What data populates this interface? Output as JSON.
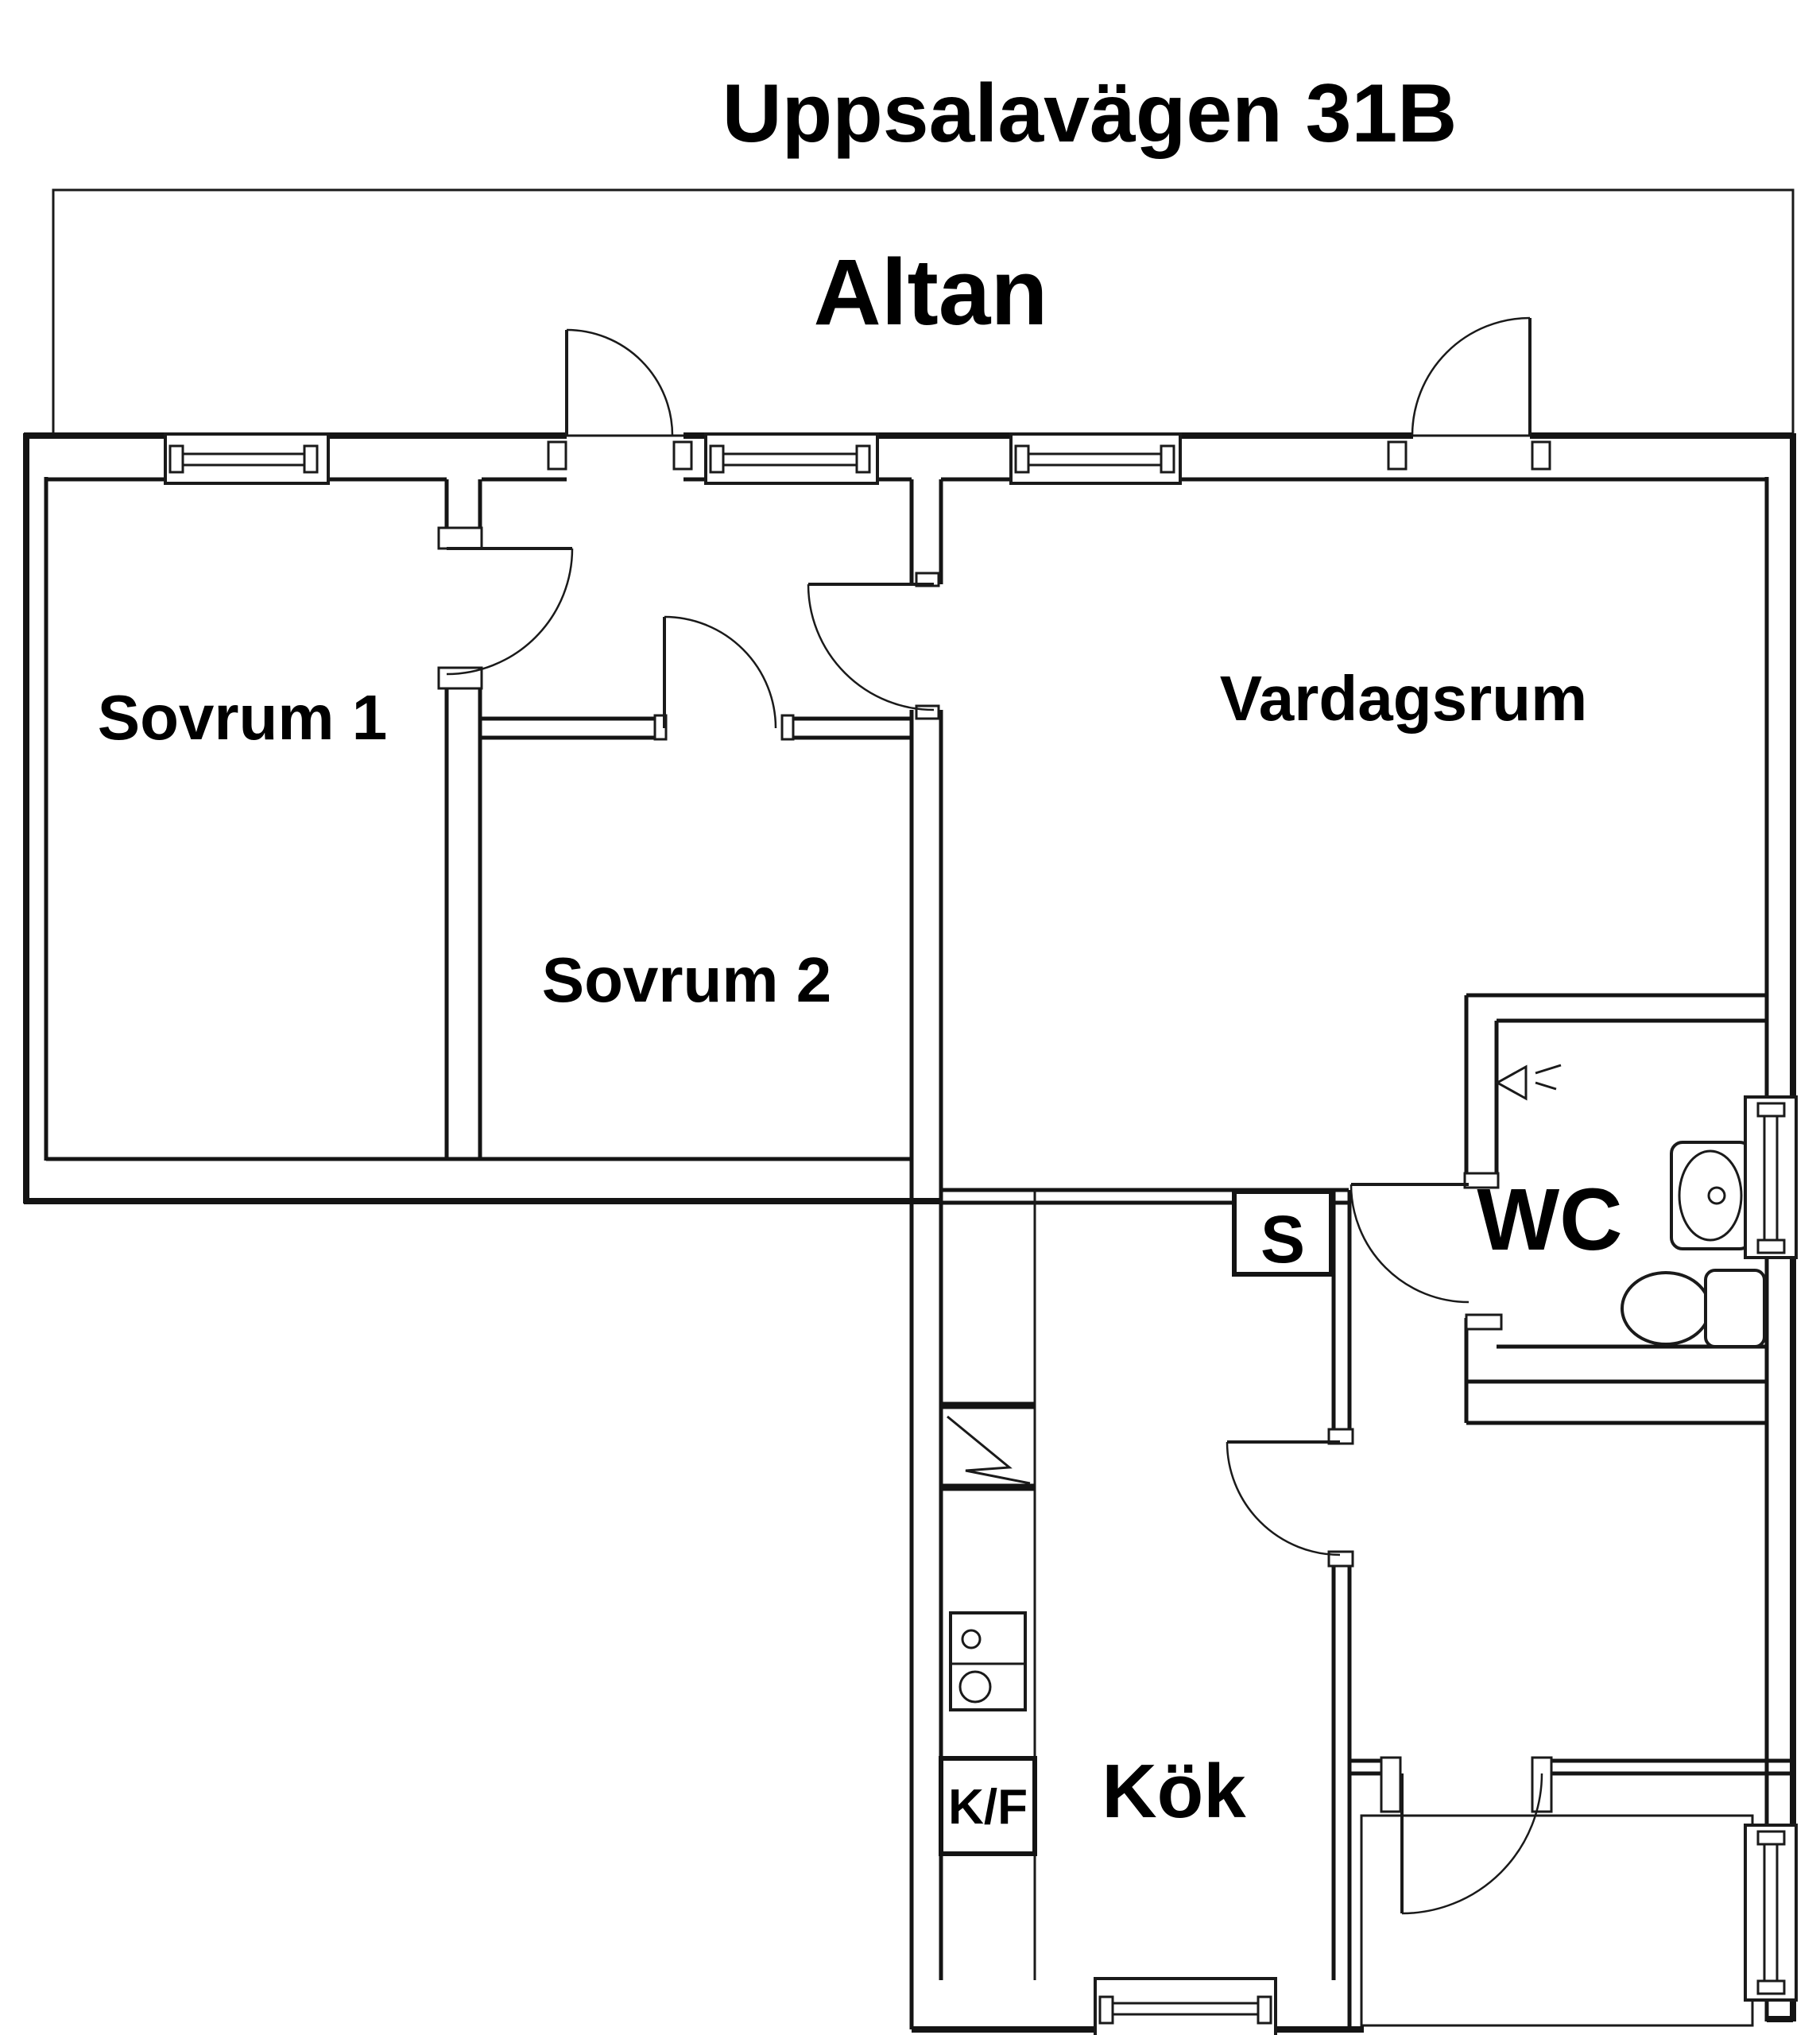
{
  "title": "Uppsalavägen 31B",
  "colors": {
    "terrace_fill": "#faf0b5",
    "wall": "#141414",
    "text": "#000000",
    "background": "#ffffff"
  },
  "rooms": {
    "terrace": "Altan",
    "bedroom1": "Sovrum 1",
    "bedroom2": "Sovrum 2",
    "living_room": "Vardagsrum",
    "wc": "WC",
    "closet": "S",
    "kitchen": "Kök",
    "fridge_freezer": "K/F"
  }
}
